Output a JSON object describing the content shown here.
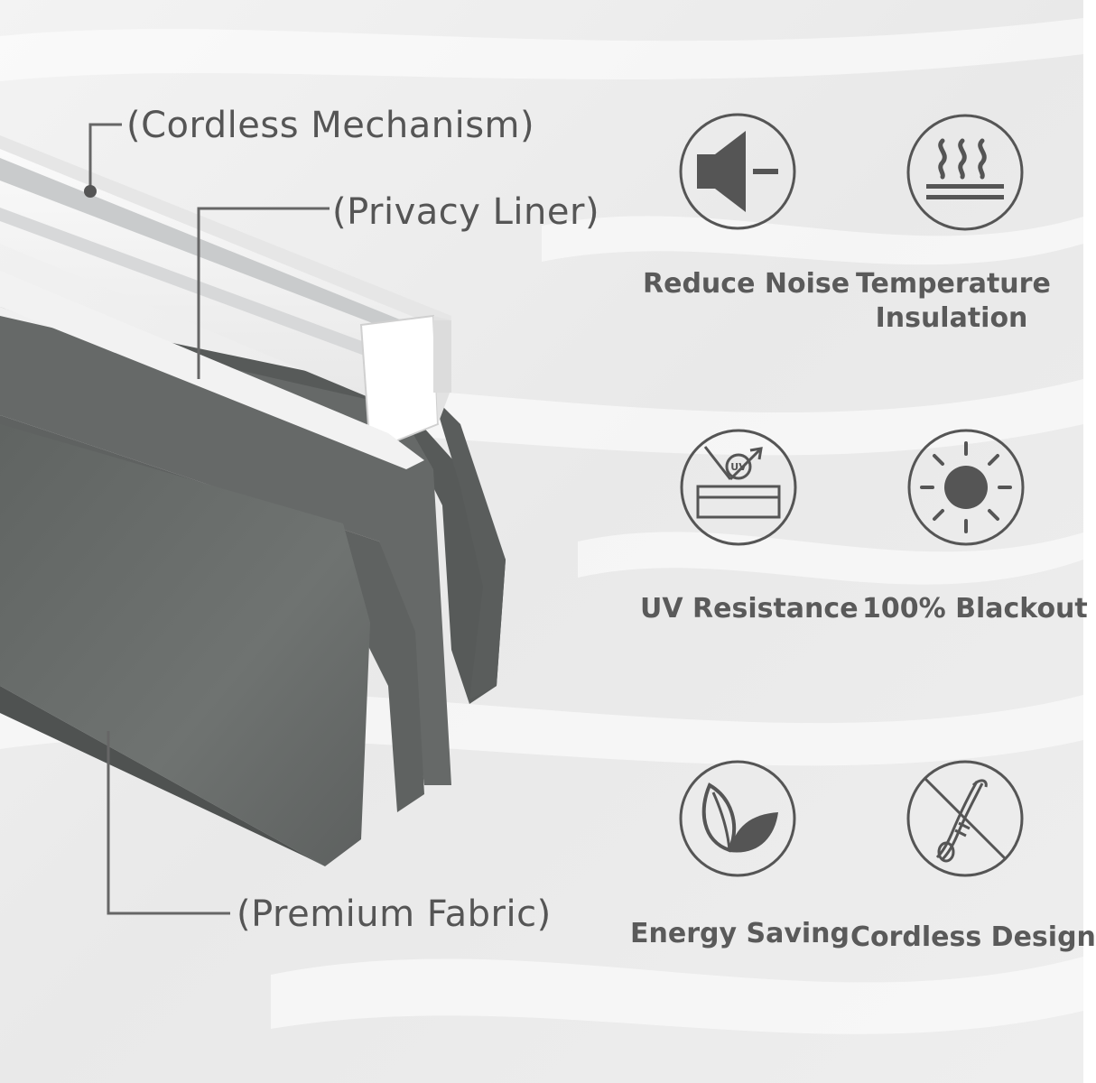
{
  "callouts": {
    "cordless_mechanism": "(Cordless Mechanism)",
    "privacy_liner": "(Privacy Liner)",
    "premium_fabric": "(Premium Fabric)"
  },
  "features": [
    {
      "line1": "Reduce Noise",
      "line2": "",
      "icon": "speaker-icon"
    },
    {
      "line1": "Temperature",
      "line2": "Insulation",
      "icon": "heat-icon"
    },
    {
      "line1": "UV Resistance",
      "line2": "",
      "icon": "uv-icon"
    },
    {
      "line1": "100% Blackout",
      "line2": "",
      "icon": "sun-icon"
    },
    {
      "line1": "Energy Saving",
      "line2": "",
      "icon": "leaf-icon"
    },
    {
      "line1": "Cordless Design",
      "line2": "",
      "icon": "no-cord-icon"
    }
  ],
  "colors": {
    "text": "#555555",
    "icon": "#555555",
    "fabric": "#6a6d6b",
    "rail": "#f4f4f4"
  }
}
